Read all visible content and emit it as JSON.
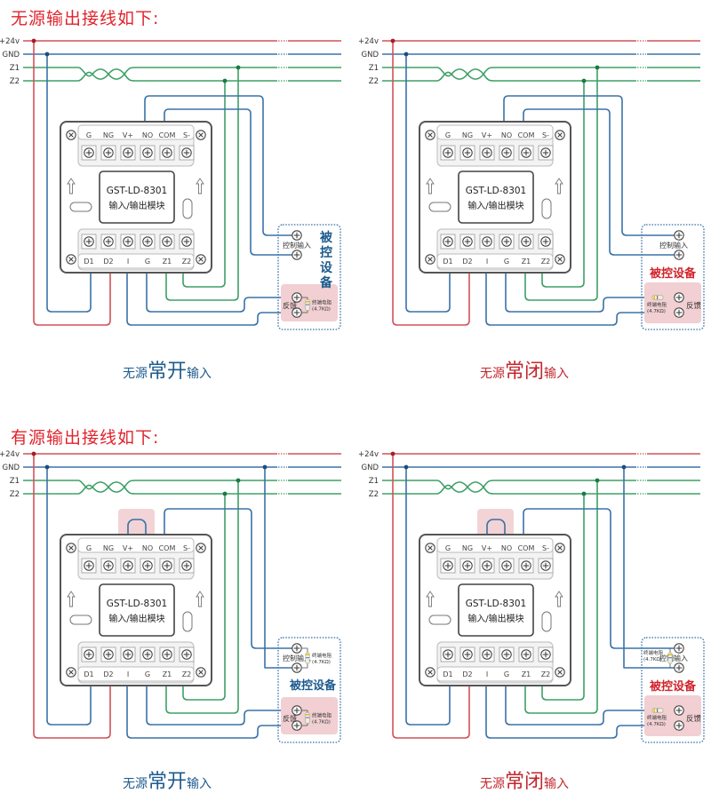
{
  "sections": [
    {
      "title": "无源输出接线如下:"
    },
    {
      "title": "有源输出接线如下:"
    }
  ],
  "bus_labels": [
    "+24v",
    "GND",
    "Z1",
    "Z2"
  ],
  "module": {
    "model": "GST-LD-8301",
    "name": "输入/输出模块",
    "top_terminals": [
      "G",
      "NG",
      "V+",
      "NO",
      "COM",
      "S-"
    ],
    "bottom_terminals": [
      "D1",
      "D2",
      "I",
      "G",
      "Z1",
      "Z2"
    ]
  },
  "device": {
    "title": "被控设备",
    "control_input": "控制输入",
    "feedback": "反馈",
    "resistor_label": "终端电阻",
    "resistor_value": "(4.7KΩ)"
  },
  "colors": {
    "power": "#d2525a",
    "gnd": "#3a72a8",
    "bus": "#3fa067",
    "title_red": "#e0242c",
    "caption_blue": "#1d5a8e",
    "caption_red": "#c0282e",
    "highlight": "#f1cfd2"
  },
  "panels": [
    {
      "id": "passive-no",
      "caption": {
        "pre": "无源",
        "big": "常开",
        "post": "输入"
      },
      "caption_color": "blue",
      "device_title_color": "blue"
    },
    {
      "id": "passive-nc",
      "caption": {
        "pre": "无源",
        "big": "常闭",
        "post": "输入"
      },
      "caption_color": "red",
      "device_title_color": "red"
    },
    {
      "id": "active-no",
      "caption": {
        "pre": "无源",
        "big": "常开",
        "post": "输入"
      },
      "caption_color": "blue",
      "device_title_color": "blue"
    },
    {
      "id": "active-nc",
      "caption": {
        "pre": "无源",
        "big": "常闭",
        "post": "输入"
      },
      "caption_color": "red",
      "device_title_color": "red"
    }
  ]
}
